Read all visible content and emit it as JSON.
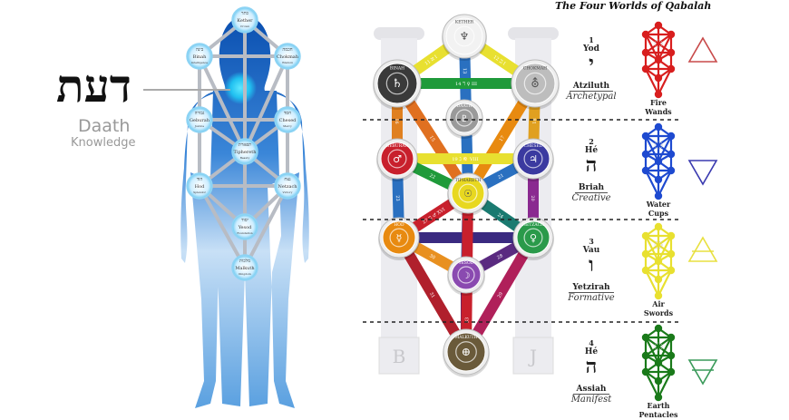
{
  "daath": {
    "hebrew": "דעת",
    "name": "Daath",
    "meaning": "Knowledge"
  },
  "body_sephiroth": [
    {
      "hebrew": "כתר",
      "name": "Kether",
      "meaning": "Crown"
    },
    {
      "hebrew": "בינה",
      "name": "Binah",
      "meaning": "Intelligence"
    },
    {
      "hebrew": "חכמה",
      "name": "Chokmah",
      "meaning": "Wisdom"
    },
    {
      "hebrew": "גבורה",
      "name": "Geburah",
      "meaning": "Justice"
    },
    {
      "hebrew": "חסד",
      "name": "Chesed",
      "meaning": "Mercy"
    },
    {
      "hebrew": "תפארת",
      "name": "Tiphereth",
      "meaning": "Beauty"
    },
    {
      "hebrew": "הוד",
      "name": "Hod",
      "meaning": "Splendor"
    },
    {
      "hebrew": "נצח",
      "name": "Netzach",
      "meaning": "Victory"
    },
    {
      "hebrew": "יסוד",
      "name": "Yesod",
      "meaning": "Foundation"
    },
    {
      "hebrew": "מלכות",
      "name": "Malkuth",
      "meaning": "Kingdom"
    }
  ],
  "tree": {
    "pillars": [
      "B",
      "J"
    ],
    "nodes": [
      {
        "name": "KETHER",
        "symbol": "♆",
        "color": "#f2f2f2"
      },
      {
        "name": "BINAH",
        "symbol": "♄",
        "color": "#3a3a3a"
      },
      {
        "name": "CHOKMAH",
        "symbol": "⛢",
        "color": "#bdbdbd"
      },
      {
        "name": "DAATH",
        "symbol": "♇",
        "color": "#9a9a9a"
      },
      {
        "name": "GEBURAH",
        "symbol": "♂",
        "color": "#c8202c"
      },
      {
        "name": "CHESED",
        "symbol": "♃",
        "color": "#3b3aa0"
      },
      {
        "name": "TIPHARETH",
        "symbol": "☉",
        "color": "#e8d820"
      },
      {
        "name": "HOD",
        "symbol": "☿",
        "color": "#e88a10"
      },
      {
        "name": "NETZACH",
        "symbol": "♀",
        "color": "#2a9a4a"
      },
      {
        "name": "YESOD",
        "symbol": "☽",
        "color": "#8a4ab0"
      },
      {
        "name": "MALKUTH",
        "symbol": "⊕",
        "color": "#6a5a3a"
      }
    ],
    "paths": [
      {
        "label": "11 ℵ I",
        "color": "#e8e030"
      },
      {
        "label": "12 ℶ I",
        "color": "#e8e030"
      },
      {
        "label": "13",
        "color": "#2a70c0"
      },
      {
        "label": "14 ℸ ♀ III",
        "color": "#1f9a3a"
      },
      {
        "label": "15",
        "color": "#e07020"
      },
      {
        "label": "16",
        "color": "#e08020"
      },
      {
        "label": "17",
        "color": "#e88a10"
      },
      {
        "label": "18",
        "color": "#e0a020"
      },
      {
        "label": "19 ℷ ♌ VIII",
        "color": "#e8e030"
      },
      {
        "label": "20",
        "color": "#8a2a90"
      },
      {
        "label": "21",
        "color": "#2a70c0"
      },
      {
        "label": "22",
        "color": "#1f9a3a"
      },
      {
        "label": "23",
        "color": "#2a70c0"
      },
      {
        "label": "24",
        "color": "#1a7a70"
      },
      {
        "label": "25",
        "color": "#2a70c0"
      },
      {
        "label": "26",
        "color": "#3a2a80"
      },
      {
        "label": "27 ℶ ♂ XVI",
        "color": "#c8202c"
      },
      {
        "label": "28",
        "color": "#5a2a80"
      },
      {
        "label": "29",
        "color": "#b0205a"
      },
      {
        "label": "30",
        "color": "#e89020"
      },
      {
        "label": "31",
        "color": "#b0202c"
      },
      {
        "label": "32 XXI",
        "color": "#3a2a80"
      },
      {
        "label": "33",
        "color": "#c8202c"
      }
    ]
  },
  "four_worlds": {
    "title": "The Four Worlds of Qabalah",
    "worlds": [
      {
        "number": "1",
        "letter": "Yod",
        "hebrew": "י",
        "name": "Atziluth",
        "description": "Archetypal",
        "element": "Fire",
        "suit": "Wands",
        "color": "#d81e1e",
        "triangle_color": "#c84a4a"
      },
      {
        "number": "2",
        "letter": "Hé",
        "hebrew": "ה",
        "name": "Briah",
        "description": "Creative",
        "element": "Water",
        "suit": "Cups",
        "color": "#1e4ad0",
        "triangle_color": "#3a3ab0"
      },
      {
        "number": "3",
        "letter": "Vau",
        "hebrew": "ו",
        "name": "Yetzirah",
        "description": "Formative",
        "element": "Air",
        "suit": "Swords",
        "color": "#e8e030",
        "triangle_color": "#e8e040"
      },
      {
        "number": "4",
        "letter": "Hé",
        "hebrew": "ה",
        "name": "Assiah",
        "description": "Manifest",
        "element": "Earth",
        "suit": "Pentacles",
        "color": "#1a7a1a",
        "triangle_color": "#3a9a5a"
      }
    ]
  }
}
